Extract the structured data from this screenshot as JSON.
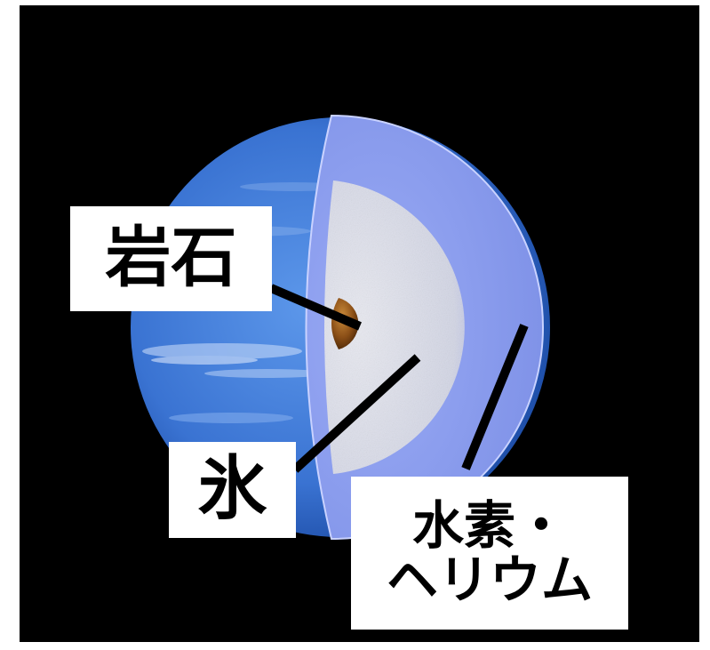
{
  "diagram": {
    "labels": {
      "rock": "岩石",
      "ice": "氷",
      "hydrogen_helium_line1": "水素・",
      "hydrogen_helium_line2": "ヘリウム"
    },
    "colors": {
      "background": "#000000",
      "planet_surface": "#3f77d6",
      "outer_layer": "#8d9ef0",
      "ice_layer": "#dcdde8",
      "rock_core": "#8a4e16",
      "leader_lines": "#000000"
    }
  }
}
